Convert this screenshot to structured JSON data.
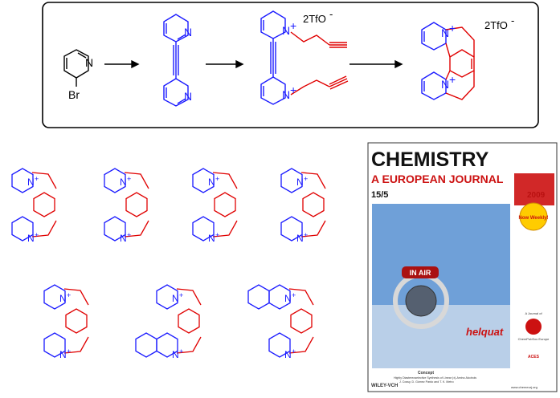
{
  "scheme": {
    "atoms": {
      "nitrogen": "N",
      "nitrogen_plus": "N",
      "plus": "+",
      "bromine": "Br"
    },
    "counterion": "2TfO",
    "counterion_charge": "-"
  },
  "colors": {
    "blue_ring": "#1a1aff",
    "red_ring": "#e00000",
    "frame": "#000000",
    "cover_red": "#cc1111",
    "cover_sky": "#6fa0d8"
  },
  "cover": {
    "title_line1": "CHEMISTRY",
    "title_line2": "A EUROPEAN JOURNAL",
    "issue": "15/5",
    "year": "2009",
    "badge": "Now Weekly!",
    "sign": "IN AIR",
    "caption": "helquat",
    "publisher": "WILEY-VCH",
    "section": "Concept",
    "article_title": "Highly Diastereoselective Synthesis of Linear (±)-Amino Alcohols",
    "article_authors": "J. Cossy, D. Gómez Pardo and T. K. Metro",
    "society": "ChemPubSoc Europe",
    "supporter": "ACES",
    "website": "www.chemeurj.org",
    "journal_of": "A Journal of"
  }
}
